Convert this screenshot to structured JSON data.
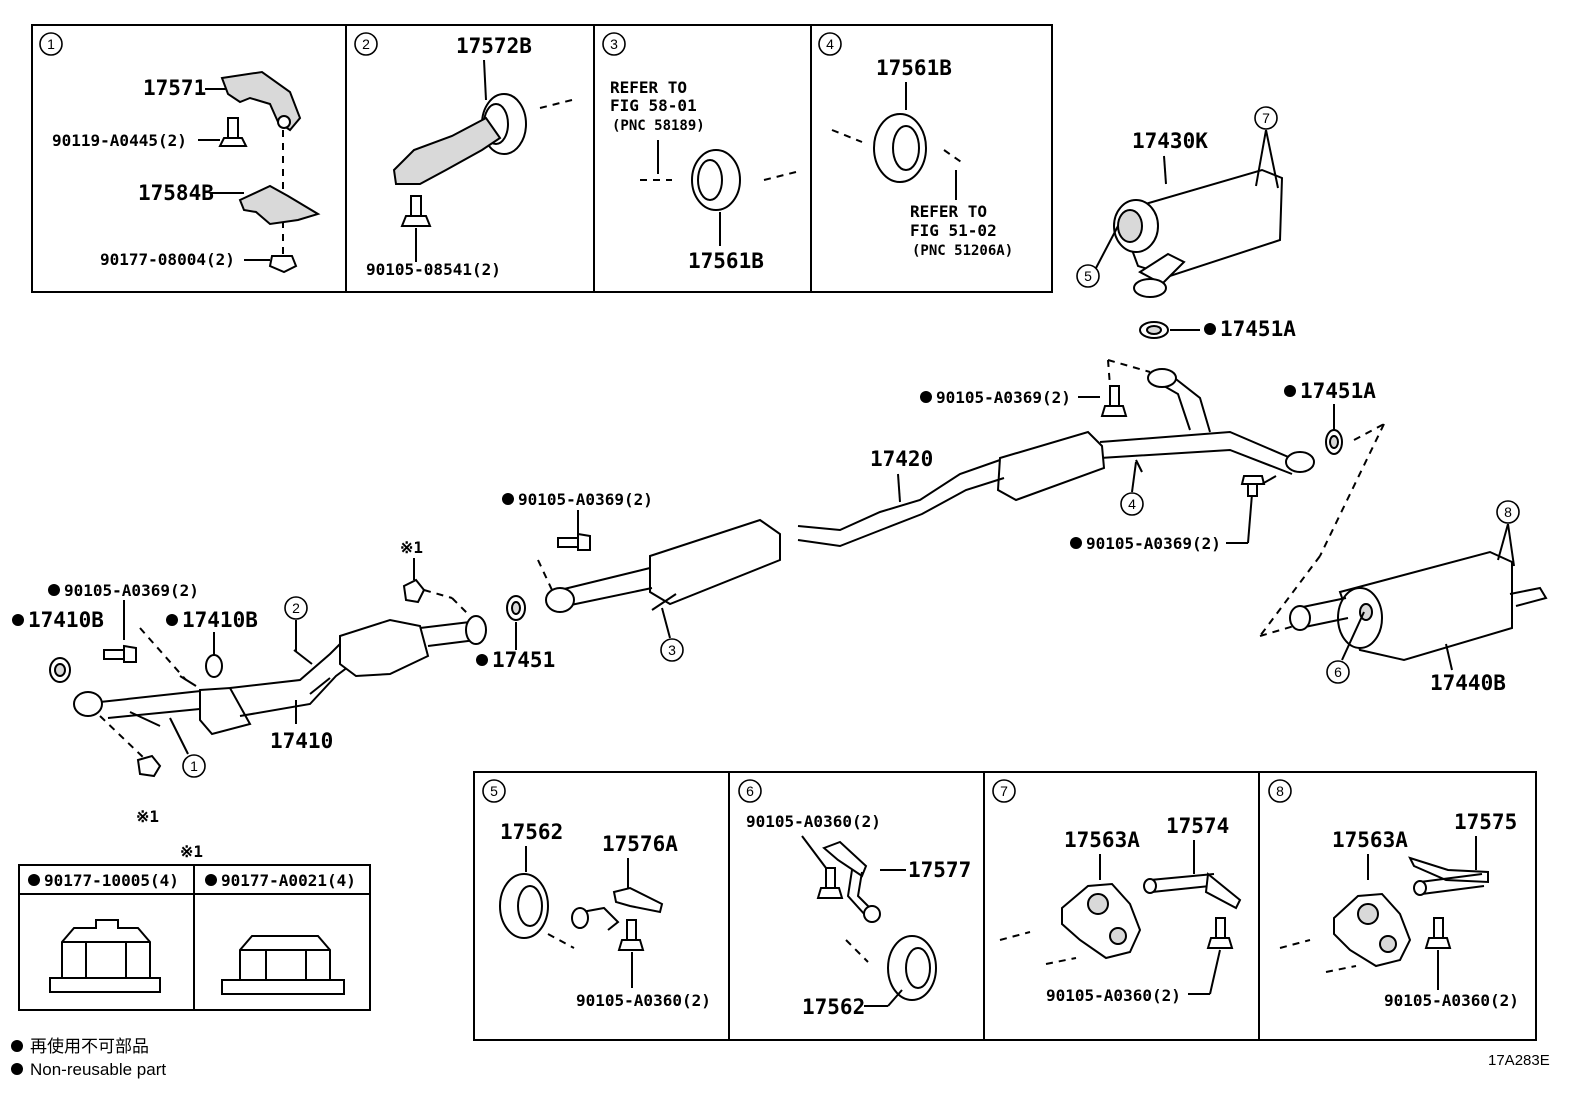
{
  "inset_numbers": [
    "1",
    "2",
    "3",
    "4",
    "5",
    "6",
    "7",
    "8"
  ],
  "inset1": {
    "p1": "17571",
    "p2": "90119-A0445(2)",
    "p3": "17584B",
    "p4": "90177-08004(2)"
  },
  "inset2": {
    "p1": "17572B",
    "p2": "90105-08541(2)"
  },
  "inset3": {
    "refer1": "REFER TO",
    "refer2": "FIG 58-01",
    "refer3": "(PNC 58189)",
    "p1": "17561B"
  },
  "inset4": {
    "p1": "17561B",
    "refer1": "REFER TO",
    "refer2": "FIG 51-02",
    "refer3": "(PNC 51206A)"
  },
  "inset5": {
    "p1": "17562",
    "p2": "17576A",
    "p3": "90105-A0360(2)"
  },
  "inset6": {
    "p1": "90105-A0360(2)",
    "p2": "17577",
    "p3": "17562"
  },
  "inset7": {
    "p1": "17563A",
    "p2": "17574",
    "p3": "90105-A0360(2)"
  },
  "inset8": {
    "p1": "17563A",
    "p2": "17575",
    "p3": "90105-A0360(2)"
  },
  "main": {
    "muffler_front": "17430K",
    "gasket_a_top": "17451A",
    "bolt_top": "90105-A0369(2)",
    "gasket_a_right": "17451A",
    "center_pipe": "17420",
    "bolt_center": "90105-A0369(2)",
    "bolt_right": "90105-A0369(2)",
    "tail_muffler": "17440B",
    "gasket_center": "17451",
    "front_pipe": "17410",
    "bolt_front": "90105-A0369(2)",
    "gasket_b_left": "17410B",
    "gasket_b_mid": "17410B",
    "ref_mark": "※1",
    "ref_mark_bottom": "※1"
  },
  "nut_table": {
    "mark": "※1",
    "col1": "90177-10005(4)",
    "col2": "90177-A0021(4)"
  },
  "legend": {
    "bullet": "●",
    "line1": "再使用不可部品",
    "line2": "Non-reusable part"
  },
  "figure_code": "17A283E"
}
